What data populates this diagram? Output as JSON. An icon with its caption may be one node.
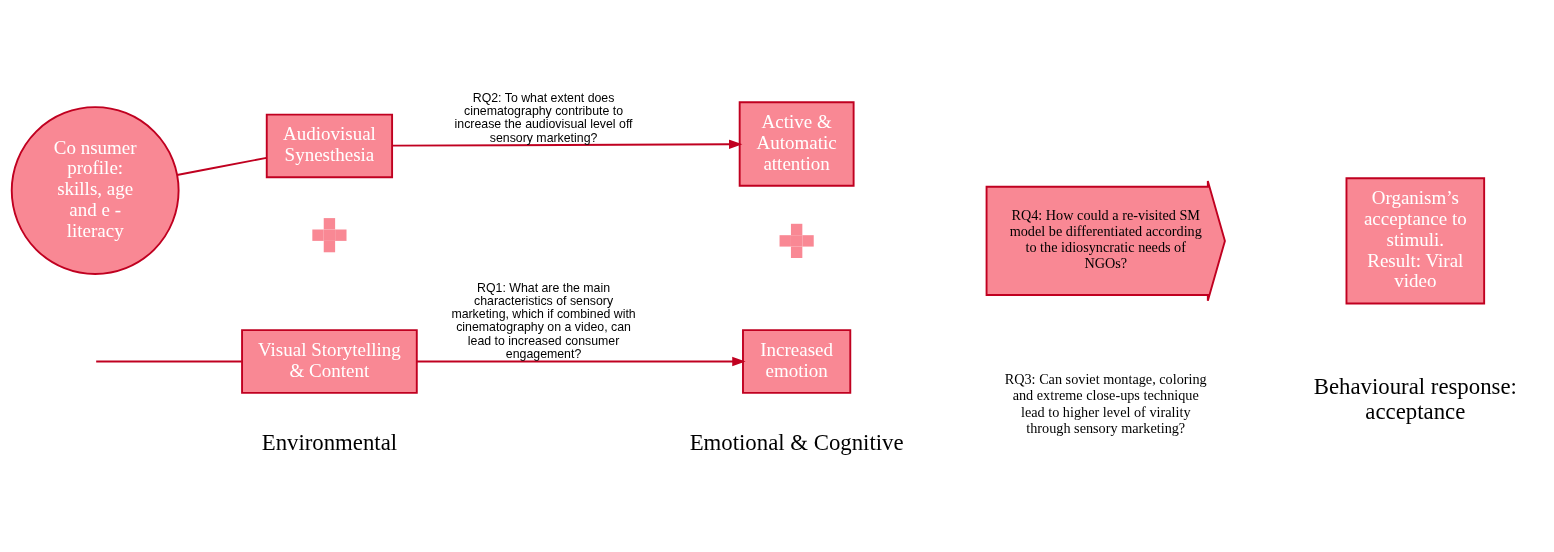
{
  "diagram": {
    "nodes": [
      {
        "text": [
          "Co nsumer profile: skills, age and e - literacy"
        ]
      },
      {
        "text": [
          "Audiovisual Synesthesia"
        ]
      },
      {
        "text": [
          "Visual Storytelling & Content"
        ]
      },
      {
        "text": [],
        "shape": "plus"
      },
      {
        "text": [
          "Active & Automatic attention"
        ]
      },
      {
        "text": [
          "Increased emotion"
        ]
      },
      {
        "text": [],
        "shape": "plus"
      },
      {
        "text": [
          "RQ4: How could a re-visited SM model be differentiated according to the idiosyncratic needs of NGOs?"
        ]
      },
      {
        "text": [
          "Organism’s acceptance to stimuli. Result: Viral video"
        ]
      }
    ],
    "edges": [
      {
        "from": 0,
        "to": 1,
        "arrow": "none"
      },
      {
        "from": null,
        "to": 2,
        "arrow": "none"
      },
      {
        "from": 1,
        "to": 4,
        "arrow": "to",
        "label": "RQ2: To what extent does cinematography contribute to increase the audiovisual level off sensory marketing?"
      },
      {
        "from": 2,
        "to": 5,
        "arrow": "to",
        "label": "RQ1: What are the main characteristics of sensory marketing, which if combined with cinematography on a video, can lead to increased consumer engagement?"
      }
    ],
    "labels": [
      "Environmental",
      "Emotional & Cognitive",
      "Behavioural response: acceptance",
      "RQ3: Can soviet montage, coloring and extreme close-ups technique lead to higher level of virality through sensory marketing?"
    ]
  }
}
